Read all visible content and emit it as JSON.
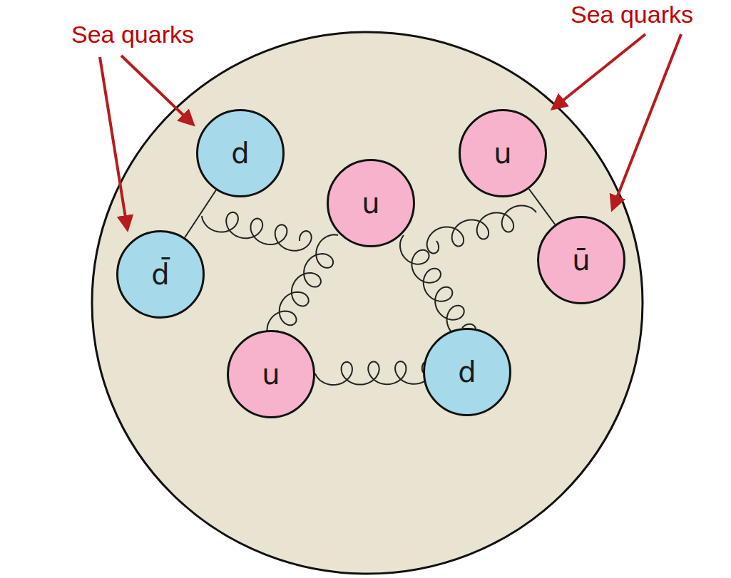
{
  "diagram": {
    "nodes": [
      {
        "text": [
          "d"
        ]
      },
      {
        "text": [
          "u"
        ]
      },
      {
        "text": [
          "u"
        ]
      },
      {
        "text": [
          "ū"
        ]
      },
      {
        "text": [
          "d̄"
        ]
      },
      {
        "text": [
          "u"
        ]
      },
      {
        "text": [
          "d"
        ]
      }
    ],
    "edges": [
      {
        "from": 0,
        "to": 4,
        "arrow": "none"
      },
      {
        "from": 1,
        "to": 3,
        "arrow": "none"
      },
      {
        "from": 5,
        "to": 6,
        "arrow": "none"
      }
    ],
    "labels": [
      "Sea quarks",
      "Sea quarks"
    ]
  }
}
